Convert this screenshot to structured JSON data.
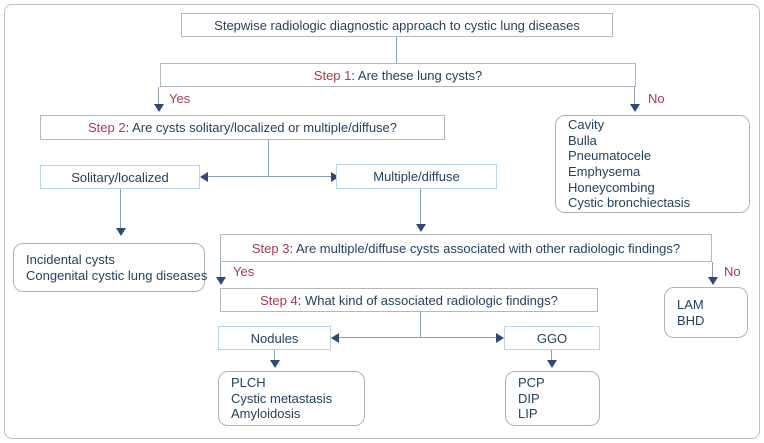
{
  "colors": {
    "step_and_branch_red": "#ab3950",
    "text_navy": "#26425f",
    "gray_box_border": "#b4b7bb",
    "blue_box_border": "#b9d6e6",
    "arrowhead_navy": "#2e4a74",
    "connector_line": "#8aa0b4"
  },
  "flowchart": {
    "title": "Stepwise radiologic diagnostic approach to cystic lung diseases",
    "steps": {
      "step1": {
        "label": "Step 1",
        "question": ": Are these lung cysts?"
      },
      "step2": {
        "label": "Step 2",
        "question": ": Are cysts solitary/localized or multiple/diffuse?"
      },
      "step3": {
        "label": "Step 3",
        "question": ": Are multiple/diffuse cysts associated with other radiologic findings?"
      },
      "step4": {
        "label": "Step 4",
        "question": ": What kind of associated radiologic findings?"
      }
    },
    "branches": {
      "step1_yes": "Yes",
      "step1_no": "No",
      "step3_yes": "Yes",
      "step3_no": "No",
      "solitary": "Solitary/localized",
      "multiple": "Multiple/diffuse",
      "nodules": "Nodules",
      "ggo": "GGO"
    },
    "outcomes": {
      "not_cysts": [
        "Cavity",
        "Bulla",
        "Pneumatocele",
        "Emphysema",
        "Honeycombing",
        "Cystic bronchiectasis"
      ],
      "solitary_outcomes": [
        "Incidental cysts",
        "Congenital cystic lung diseases"
      ],
      "no_other_findings": [
        "LAM",
        "BHD"
      ],
      "nodules_outcomes": [
        "PLCH",
        "Cystic metastasis",
        "Amyloidosis"
      ],
      "ggo_outcomes": [
        "PCP",
        "DIP",
        "LIP"
      ]
    }
  }
}
